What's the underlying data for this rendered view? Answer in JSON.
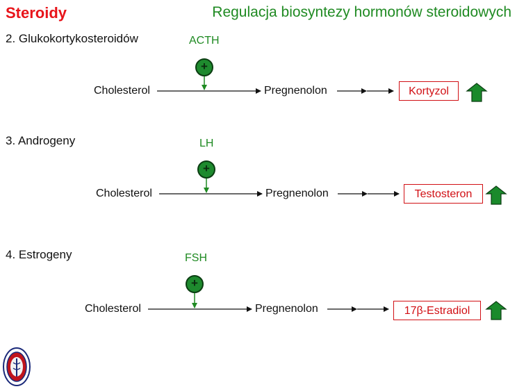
{
  "header": {
    "title_left": "Steroidy",
    "title_right": "Regulacja biosyntezy hormonów steroidowych"
  },
  "colors": {
    "title_red": "#e8141a",
    "title_green": "#1f8a22",
    "stimulus_green": "#1f8a22",
    "circle_fill": "#1e8a2e",
    "product_red": "#d10f14",
    "up_arrow_green": "#1a8a2b"
  },
  "sections": [
    {
      "label": "2. Glukokortykosteroidów",
      "hormone": "ACTH",
      "sign": "+",
      "source": "Cholesterol",
      "intermediate": "Pregnenolon",
      "product": "Kortyzol",
      "trend_icon": "up-arrow-icon"
    },
    {
      "label": "3. Androgeny",
      "hormone": "LH",
      "sign": "+",
      "source": "Cholesterol",
      "intermediate": "Pregnenolon",
      "product": "Testosteron",
      "trend_icon": "up-arrow-icon"
    },
    {
      "label": "4. Estrogeny",
      "hormone": "FSH",
      "sign": "+",
      "source": "Cholesterol",
      "intermediate": "Pregnenolon",
      "product": "17β-Estradiol",
      "trend_icon": "up-arrow-icon"
    }
  ],
  "logo": {
    "icon": "university-seal-icon"
  }
}
